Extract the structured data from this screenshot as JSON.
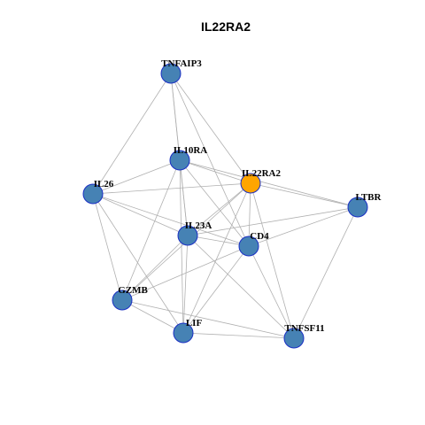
{
  "title": "IL22RA2",
  "colors": {
    "node": "#4682b4",
    "highlight": "#ffa500",
    "node_border": "#1a2fc4",
    "edge": "#b0b0b0"
  },
  "nodes": [
    {
      "id": "TNFAIP3",
      "label": "TNFAIP3",
      "highlight": false
    },
    {
      "id": "IL10RA",
      "label": "IL10RA",
      "highlight": false
    },
    {
      "id": "IL22RA2",
      "label": "IL22RA2",
      "highlight": true
    },
    {
      "id": "IL26",
      "label": "IL26",
      "highlight": false
    },
    {
      "id": "LTBR",
      "label": "LTBR",
      "highlight": false
    },
    {
      "id": "IL23A",
      "label": "IL23A",
      "highlight": false
    },
    {
      "id": "CD4",
      "label": "CD4",
      "highlight": false
    },
    {
      "id": "GZMB",
      "label": "GZMB",
      "highlight": false
    },
    {
      "id": "LIF",
      "label": "LIF",
      "highlight": false
    },
    {
      "id": "TNFSF11",
      "label": "TNFSF11",
      "highlight": false
    }
  ],
  "edges": [
    [
      "TNFAIP3",
      "IL10RA"
    ],
    [
      "TNFAIP3",
      "IL22RA2"
    ],
    [
      "TNFAIP3",
      "IL26"
    ],
    [
      "TNFAIP3",
      "CD4"
    ],
    [
      "TNFAIP3",
      "IL23A"
    ],
    [
      "IL10RA",
      "IL22RA2"
    ],
    [
      "IL10RA",
      "IL26"
    ],
    [
      "IL10RA",
      "LTBR"
    ],
    [
      "IL10RA",
      "IL23A"
    ],
    [
      "IL10RA",
      "CD4"
    ],
    [
      "IL10RA",
      "GZMB"
    ],
    [
      "IL10RA",
      "LIF"
    ],
    [
      "IL22RA2",
      "IL26"
    ],
    [
      "IL22RA2",
      "LTBR"
    ],
    [
      "IL22RA2",
      "IL23A"
    ],
    [
      "IL22RA2",
      "CD4"
    ],
    [
      "IL22RA2",
      "GZMB"
    ],
    [
      "IL22RA2",
      "LIF"
    ],
    [
      "IL22RA2",
      "TNFSF11"
    ],
    [
      "IL26",
      "IL23A"
    ],
    [
      "IL26",
      "CD4"
    ],
    [
      "IL26",
      "GZMB"
    ],
    [
      "IL26",
      "LIF"
    ],
    [
      "LTBR",
      "IL23A"
    ],
    [
      "LTBR",
      "CD4"
    ],
    [
      "LTBR",
      "TNFSF11"
    ],
    [
      "IL23A",
      "CD4"
    ],
    [
      "IL23A",
      "GZMB"
    ],
    [
      "IL23A",
      "LIF"
    ],
    [
      "IL23A",
      "TNFSF11"
    ],
    [
      "CD4",
      "GZMB"
    ],
    [
      "CD4",
      "LIF"
    ],
    [
      "CD4",
      "TNFSF11"
    ],
    [
      "GZMB",
      "LIF"
    ],
    [
      "GZMB",
      "TNFSF11"
    ],
    [
      "LIF",
      "TNFSF11"
    ]
  ]
}
